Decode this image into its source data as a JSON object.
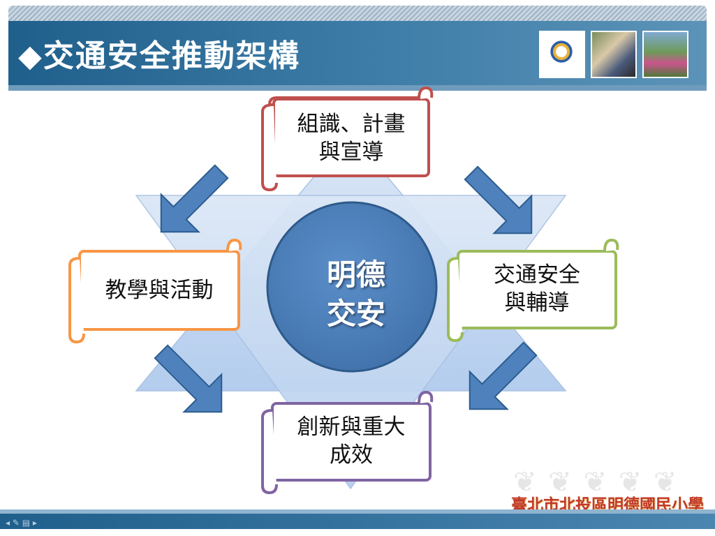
{
  "header": {
    "title": "◆交通安全推動架構"
  },
  "diagram": {
    "center": {
      "line1": "明德",
      "line2": "交安"
    },
    "scrolls": [
      {
        "id": "top",
        "line1": "組識、計畫",
        "line2": "與宣導",
        "color": "#c0504d"
      },
      {
        "id": "left",
        "line1": "教學與活動",
        "line2": "",
        "color": "#f79646"
      },
      {
        "id": "right",
        "line1": "交通安全",
        "line2": "與輔導",
        "color": "#9bbb59"
      },
      {
        "id": "bottom",
        "line1": "創新與重大",
        "line2": "成效",
        "color": "#8064a2"
      }
    ],
    "colors": {
      "arrow": "#4f81bd",
      "arrow_edge": "#2c5d8f",
      "circle": "#4f81bd",
      "star": "#c6d9f1"
    }
  },
  "footer": {
    "school_name": "臺北市北投區明德國民小學"
  }
}
